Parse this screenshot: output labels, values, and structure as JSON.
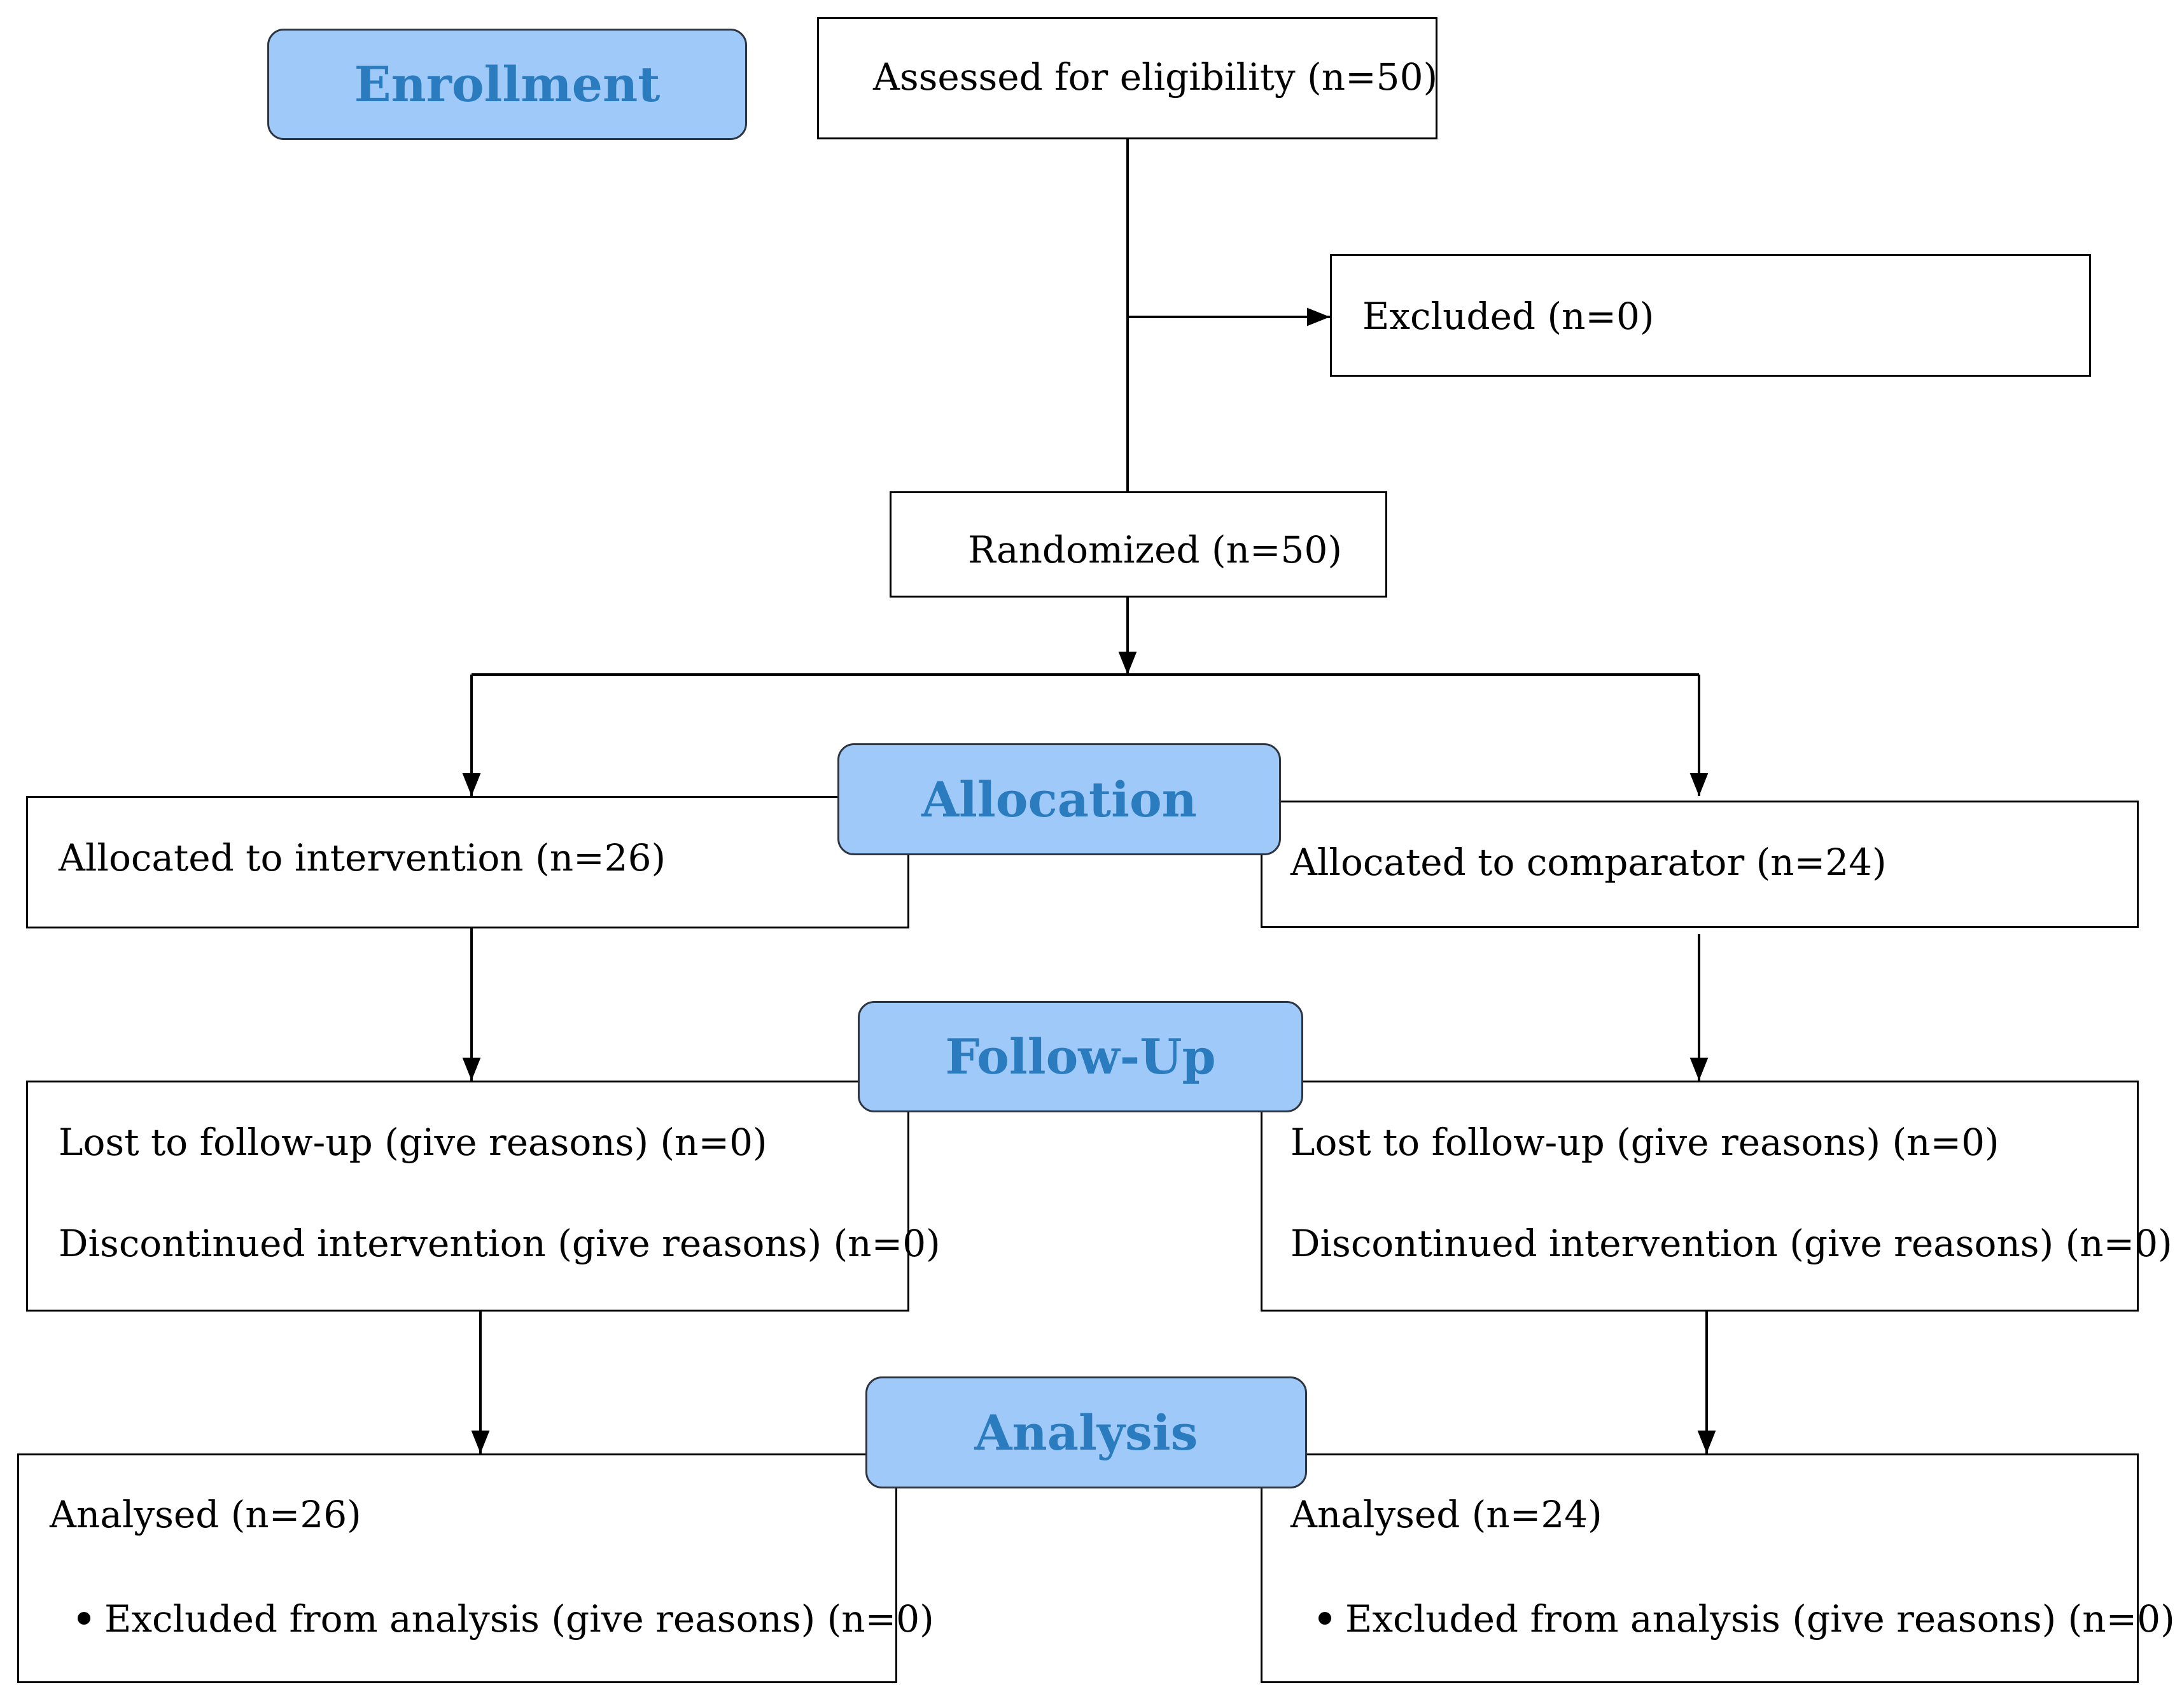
{
  "stages": {
    "enrollment": "Enrollment",
    "allocation": "Allocation",
    "follow_up": "Follow-Up",
    "analysis": "Analysis"
  },
  "boxes": {
    "assessed": "Assessed for eligibility (n=50)",
    "excluded": "Excluded (n=0)",
    "randomized": "Randomized (n=50)",
    "intervention": {
      "allocated": "Allocated to intervention (n=26)",
      "lost": "Lost to follow-up (give reasons) (n=0)",
      "discontinued": "Discontinued intervention (give reasons) (n=0)",
      "analysed": "Analysed (n=26)",
      "excluded_analysis": "Excluded from analysis (give reasons) (n=0)"
    },
    "comparator": {
      "allocated": "Allocated to comparator (n=24)",
      "lost": "Lost to follow-up (give reasons) (n=0)",
      "discontinued": "Discontinued intervention (give reasons) (n=0)",
      "analysed": "Analysed (n=24)",
      "excluded_analysis": "Excluded from analysis (give reasons) (n=0)"
    }
  },
  "colors": {
    "stage_fill": "#9fc9f9",
    "stage_text": "#2a7cbf",
    "line": "#000000"
  }
}
